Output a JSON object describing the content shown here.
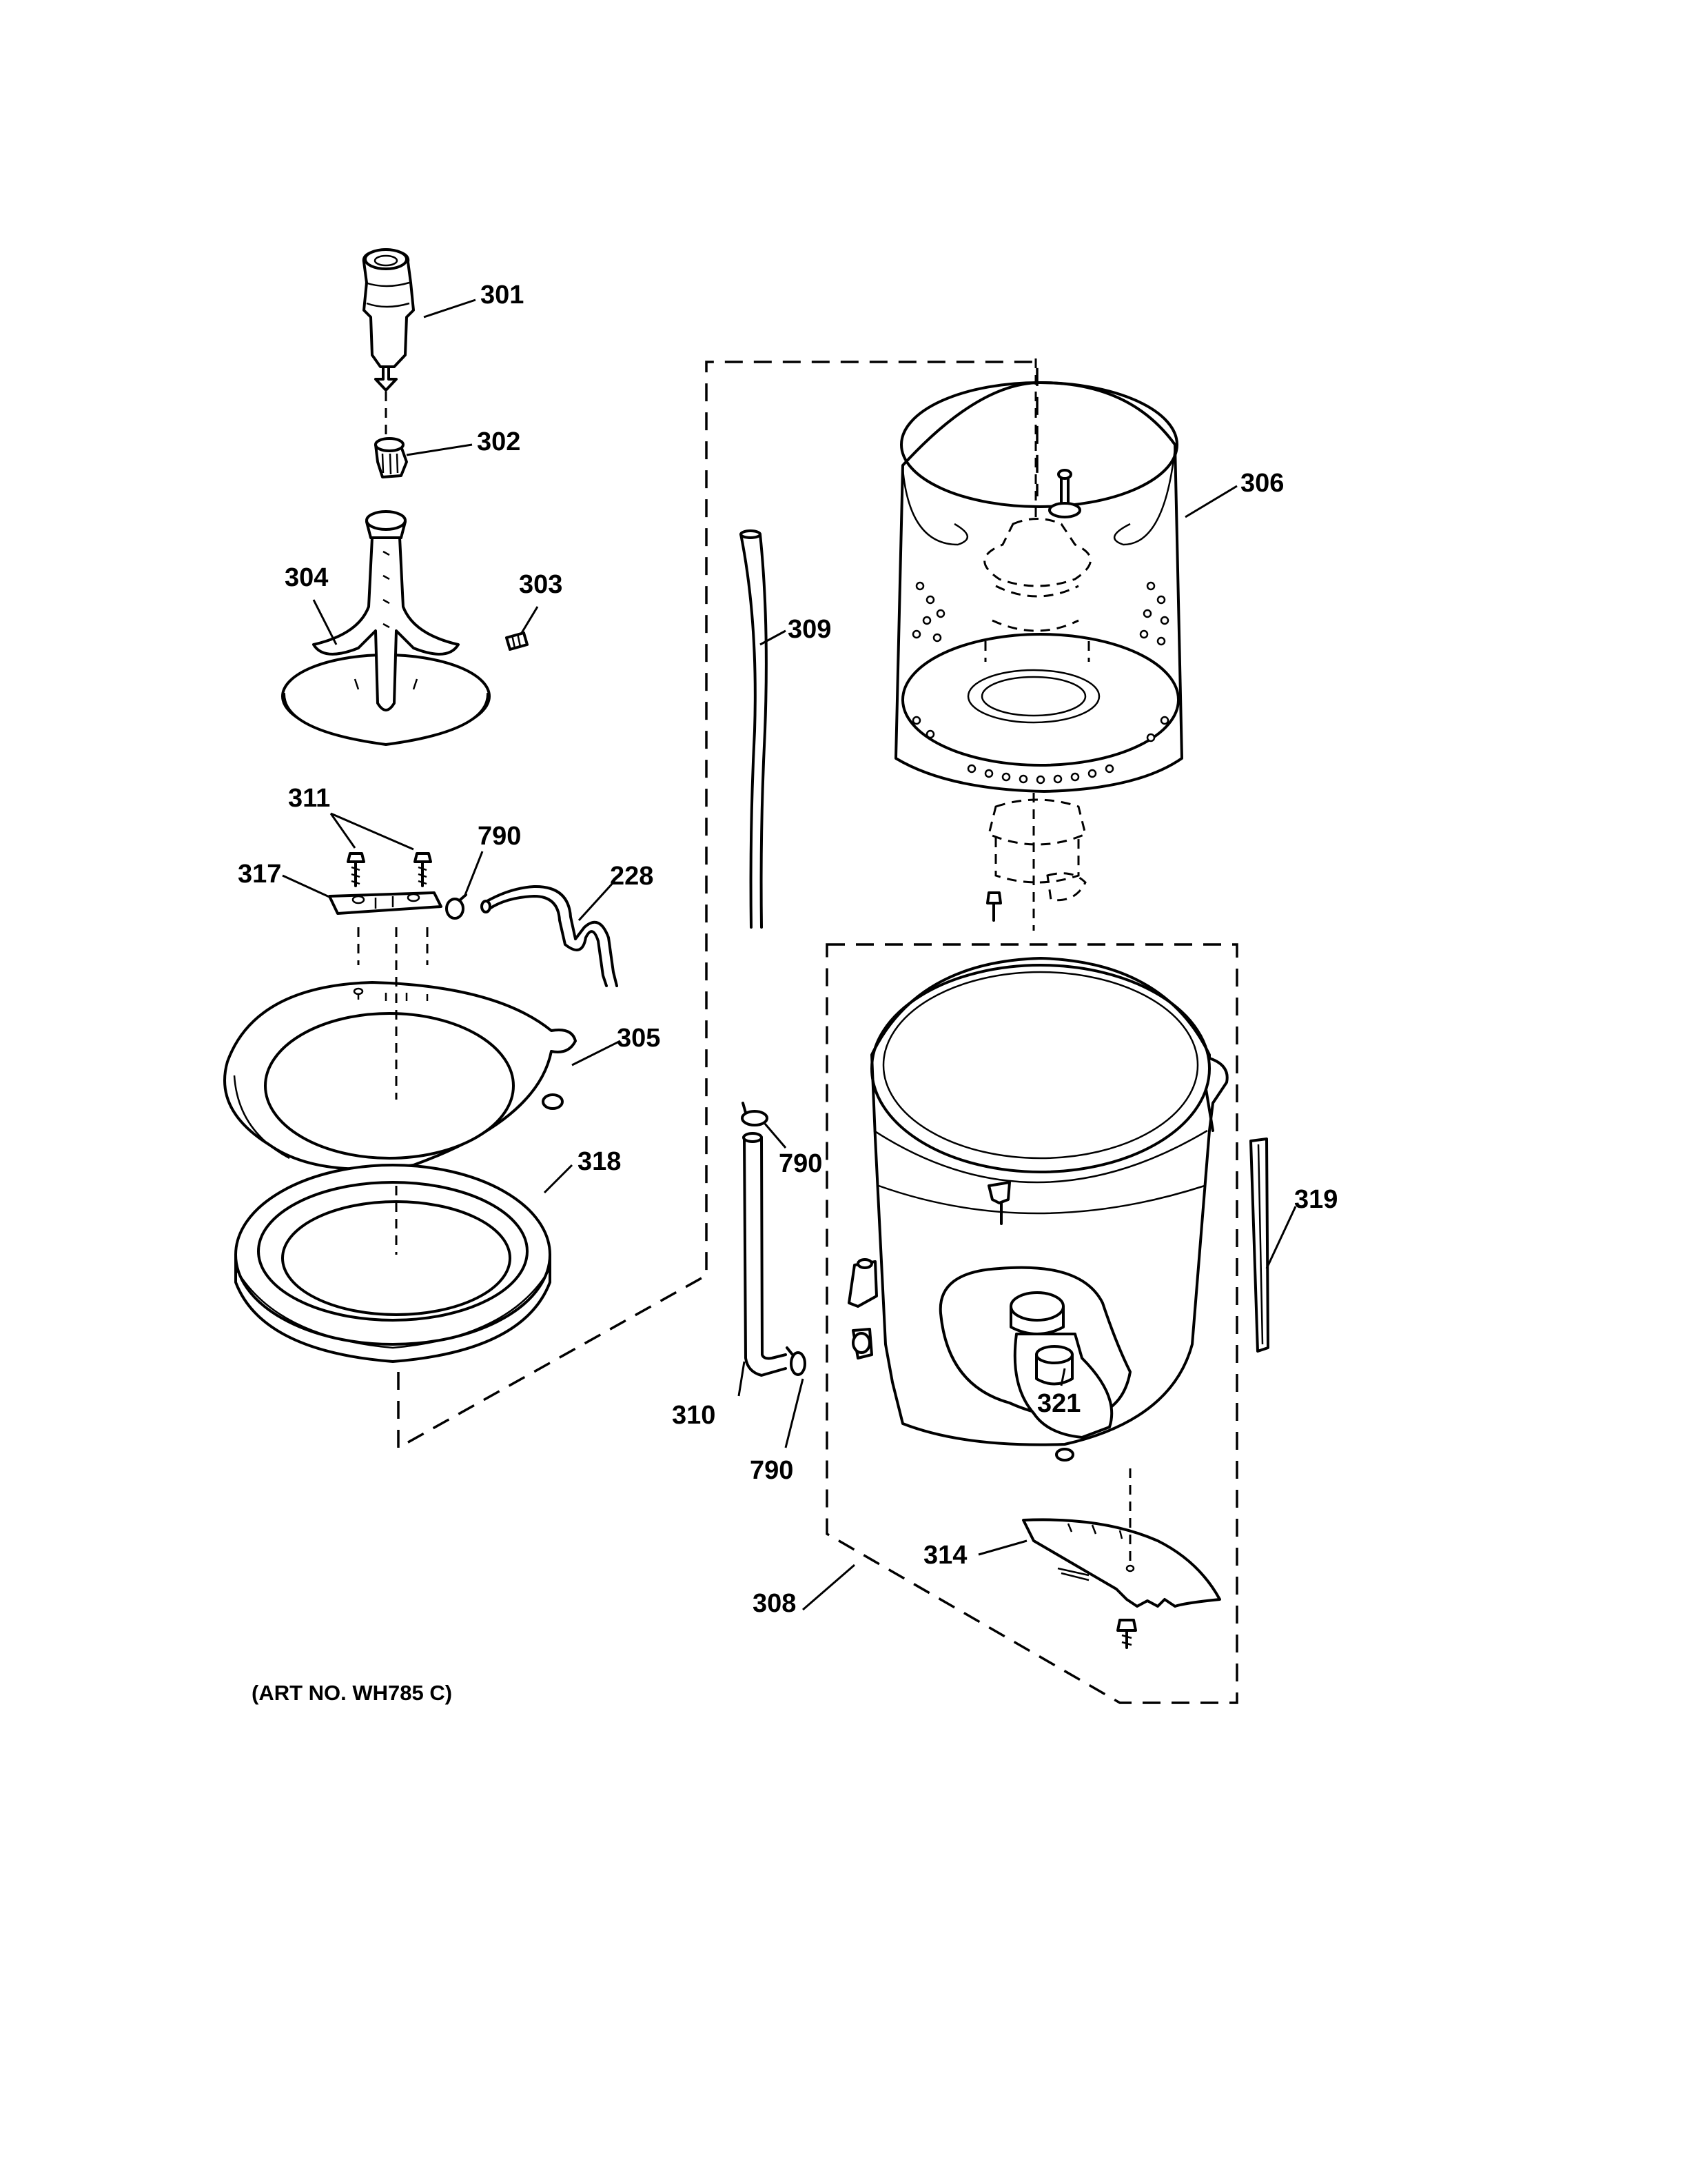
{
  "callouts": {
    "p301": "301",
    "p302": "302",
    "p303": "303",
    "p304": "304",
    "p311": "311",
    "p790a": "790",
    "p317": "317",
    "p228": "228",
    "p305": "305",
    "p318": "318",
    "p309": "309",
    "p306": "306",
    "p790b": "790",
    "p319": "319",
    "p310": "310",
    "p321": "321",
    "p790c": "790",
    "p314": "314",
    "p308": "308"
  },
  "art_number": "(ART NO. WH785 C)"
}
